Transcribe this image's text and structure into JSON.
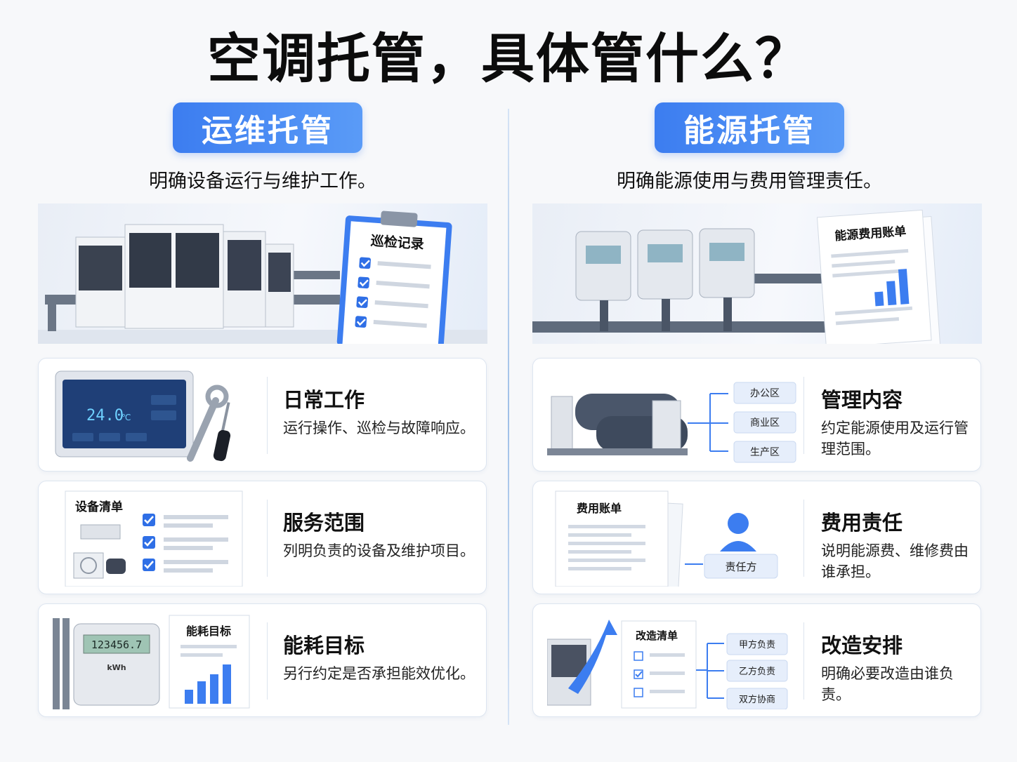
{
  "title": "空调托管，具体管什么？",
  "columns": {
    "left": {
      "badge": "运维托管",
      "subtitle": "明确设备运行与维护工作。",
      "hero": {
        "clipboard_title": "巡检记录"
      },
      "cards": [
        {
          "title": "日常工作",
          "text": "运行操作、巡检与故障响应。",
          "panel": {
            "temperature": "24.0",
            "unit": "℃"
          }
        },
        {
          "title": "服务范围",
          "text": "列明负责的设备及维护项目。",
          "panel": {
            "doc_title": "设备清单"
          }
        },
        {
          "title": "能耗目标",
          "text": "另行约定是否承担能效优化。",
          "panel": {
            "meter_reading": "123456.7",
            "meter_unit": "kWh",
            "doc_title": "能耗目标"
          }
        }
      ]
    },
    "right": {
      "badge": "能源托管",
      "subtitle": "明确能源使用与费用管理责任。",
      "hero": {
        "doc_title": "能源费用账单"
      },
      "cards": [
        {
          "title": "管理内容",
          "text": "约定能源使用及运行管理范围。",
          "panel": {
            "zones": [
              "办公区",
              "商业区",
              "生产区"
            ]
          }
        },
        {
          "title": "费用责任",
          "text": "说明能源费、维修费由谁承担。",
          "panel": {
            "doc_title": "费用账单",
            "person_label": "责任方"
          }
        },
        {
          "title": "改造安排",
          "text": "明确必要改造由谁负责。",
          "panel": {
            "doc_title": "改造清单",
            "options": [
              "甲方负责",
              "乙方负责",
              "双方协商"
            ]
          }
        }
      ]
    }
  },
  "colors": {
    "accent": "#3c7df0",
    "check": "#2f6fe6",
    "divider": "#9fc0e8",
    "card_border": "#dde5f0"
  }
}
